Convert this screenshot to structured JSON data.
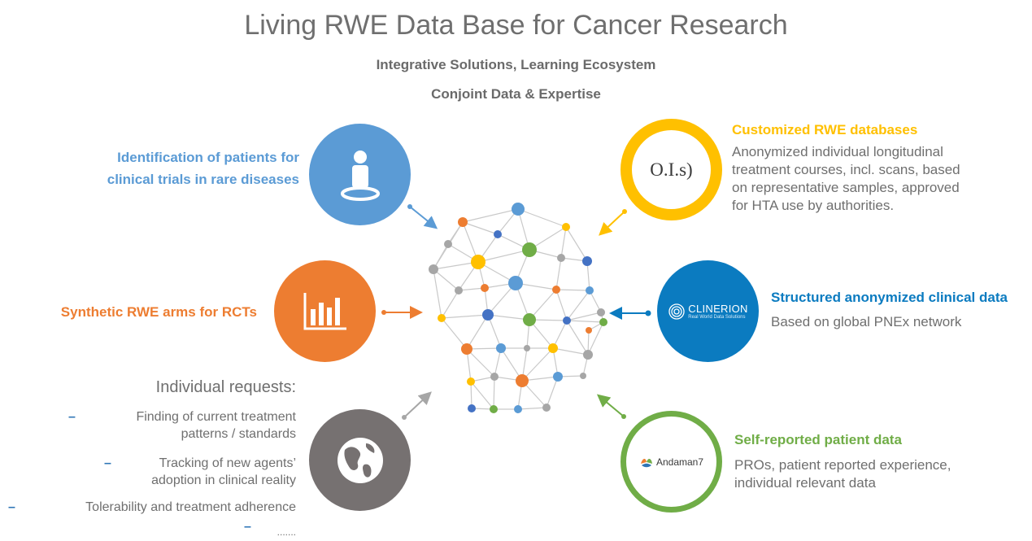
{
  "header": {
    "title": "Living RWE Data Base for Cancer Research",
    "subtitle1": "Integrative Solutions, Learning Ecosystem",
    "subtitle2": "Conjoint Data & Expertise"
  },
  "left_top": {
    "line1": "Identification of patients for",
    "line2": "clinical trials in rare diseases"
  },
  "left_mid": {
    "label": "Synthetic RWE arms for RCTs"
  },
  "left_bottom": {
    "heading": "Individual requests:",
    "items": [
      {
        "line1": "Finding of current treatment",
        "line2": "patterns / standards"
      },
      {
        "line1": "Tracking of new agents’",
        "line2": "adoption in clinical reality"
      },
      {
        "line1": "Tolerability and treatment adherence",
        "line2": ""
      },
      {
        "line1": ".......",
        "line2": ""
      }
    ],
    "dash": "–"
  },
  "right_top": {
    "heading": "Customized RWE databases",
    "lines": [
      "Anonymized individual longitudinal",
      "treatment courses, incl. scans, based",
      "on representative samples, approved",
      "for HTA use by authorities."
    ],
    "logo_text": "O.I.s)"
  },
  "right_mid": {
    "heading": "Structured anonymized clinical data",
    "body": "Based on global PNEx network",
    "logo_text": "CLINERION",
    "logo_tag": "Real World Data Solutions"
  },
  "right_bottom": {
    "heading": "Self-reported patient data",
    "lines": [
      "PROs, patient reported experience,",
      "individual relevant data"
    ],
    "logo_text": "Andaman7"
  },
  "colors": {
    "blue": "#5b9bd5",
    "orange": "#ed7d31",
    "yellow": "#ffc000",
    "green": "#70ad47",
    "gray": "#767171",
    "clinerion": "#0b7bc0"
  },
  "icons": [
    "person-icon",
    "bar-chart-icon",
    "globe-icon",
    "network-graph"
  ]
}
